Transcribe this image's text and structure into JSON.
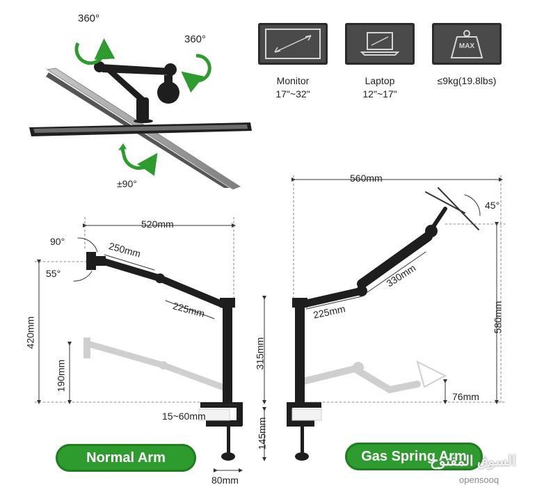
{
  "rotation": {
    "top_left": "360°",
    "top_right": "360°",
    "tilt": "±90°"
  },
  "specs": [
    {
      "name": "Monitor",
      "range": "17\"~32\""
    },
    {
      "name": "Laptop",
      "range": "12\"~17\""
    },
    {
      "name": "≤9kg(19.8lbs)",
      "range": ""
    }
  ],
  "weight_icon_text": "MAX",
  "normal_arm": {
    "width": "520mm",
    "arm1": "250mm",
    "arm2": "225mm",
    "tilt_up": "90°",
    "tilt_down": "55°",
    "height_total": "420mm",
    "height_low": "190mm",
    "pole": "315mm",
    "clamp_range": "15~60mm",
    "clamp_depth": "145mm",
    "base_width": "80mm",
    "label": "Normal Arm"
  },
  "gas_arm": {
    "width": "560mm",
    "tilt": "45°",
    "arm1": "225mm",
    "arm2": "330mm",
    "height": "580mm",
    "offset": "76mm",
    "label": "Gas Spring Arm"
  },
  "watermark": {
    "arabic": "السوق المفتوح",
    "latin": "opensooq"
  },
  "colors": {
    "green": "#2e9b2e",
    "dark": "#1e1e1e"
  }
}
